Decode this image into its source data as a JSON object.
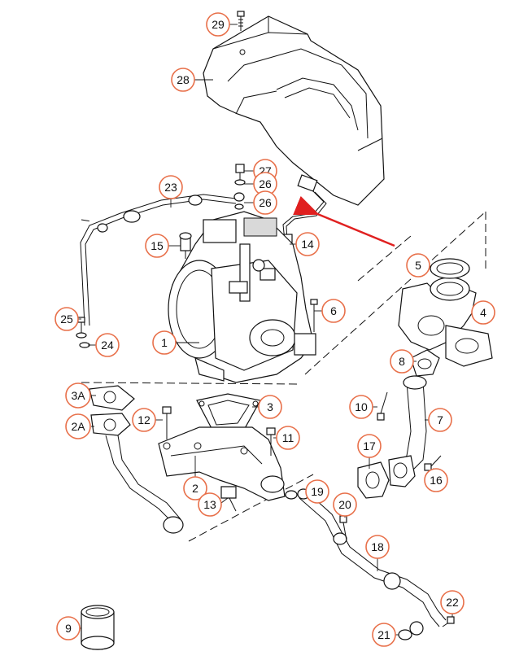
{
  "callouts": [
    {
      "id": "1",
      "label": "1"
    },
    {
      "id": "2",
      "label": "2"
    },
    {
      "id": "2A",
      "label": "2A"
    },
    {
      "id": "3",
      "label": "3"
    },
    {
      "id": "3A",
      "label": "3A"
    },
    {
      "id": "4",
      "label": "4"
    },
    {
      "id": "5",
      "label": "5"
    },
    {
      "id": "6",
      "label": "6"
    },
    {
      "id": "7",
      "label": "7"
    },
    {
      "id": "8",
      "label": "8"
    },
    {
      "id": "9",
      "label": "9"
    },
    {
      "id": "10",
      "label": "10"
    },
    {
      "id": "11",
      "label": "11"
    },
    {
      "id": "12",
      "label": "12"
    },
    {
      "id": "13",
      "label": "13"
    },
    {
      "id": "14",
      "label": "14"
    },
    {
      "id": "15",
      "label": "15"
    },
    {
      "id": "16",
      "label": "16"
    },
    {
      "id": "17",
      "label": "17"
    },
    {
      "id": "18",
      "label": "18"
    },
    {
      "id": "19",
      "label": "19"
    },
    {
      "id": "20",
      "label": "20"
    },
    {
      "id": "21",
      "label": "21"
    },
    {
      "id": "22",
      "label": "22"
    },
    {
      "id": "23",
      "label": "23"
    },
    {
      "id": "24",
      "label": "24"
    },
    {
      "id": "25",
      "label": "25"
    },
    {
      "id": "26a",
      "label": "26"
    },
    {
      "id": "26b",
      "label": "26"
    },
    {
      "id": "27",
      "label": "27"
    },
    {
      "id": "28",
      "label": "28"
    },
    {
      "id": "29",
      "label": "29"
    }
  ],
  "colors": {
    "callout_ring": "#e8704a",
    "highlight_arrow": "#e02020",
    "line": "#111111"
  }
}
